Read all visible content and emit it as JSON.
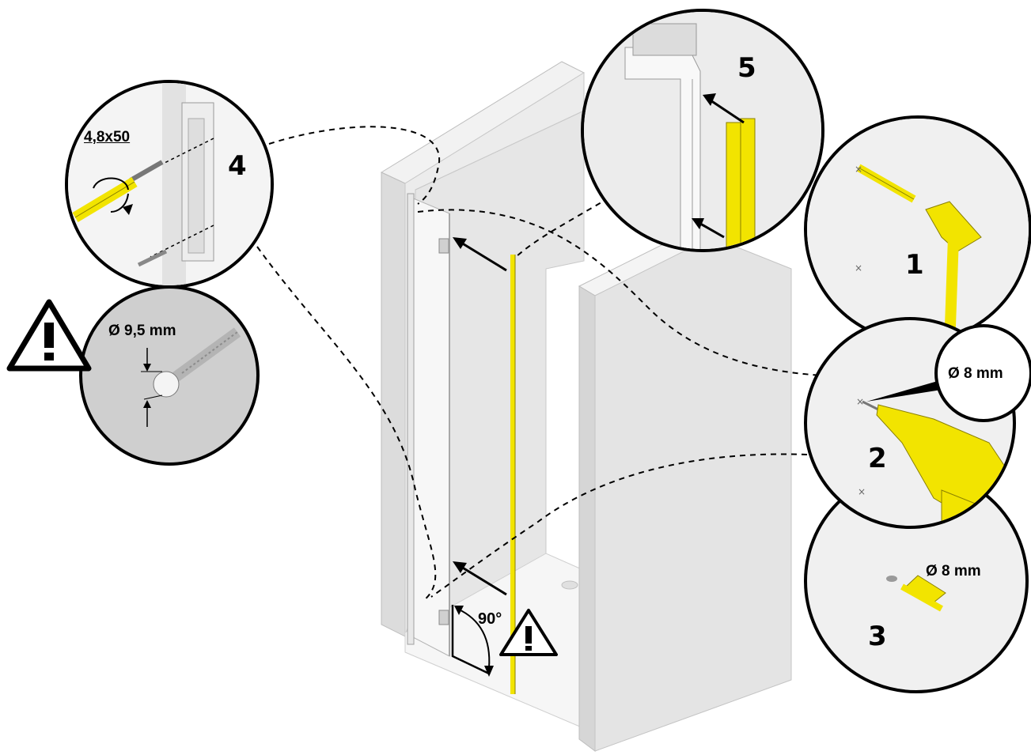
{
  "steps": [
    {
      "number": "1",
      "action": "hammer"
    },
    {
      "number": "2",
      "action": "drill",
      "diameter": "Ø 8 mm"
    },
    {
      "number": "3",
      "action": "wall-plug",
      "diameter": "Ø 8 mm"
    },
    {
      "number": "4",
      "action": "screw",
      "screw_size": "4,8x50"
    },
    {
      "number": "5",
      "action": "seal-profile"
    }
  ],
  "warning": {
    "screw_head_diameter": "Ø 9,5 mm"
  },
  "angle_label": "90°",
  "colors": {
    "accent": "#f2e400",
    "line": "#000000",
    "panel": "#e3e3e3",
    "panel_dark": "#cfcfcf",
    "glass": "#f4f4f4"
  }
}
